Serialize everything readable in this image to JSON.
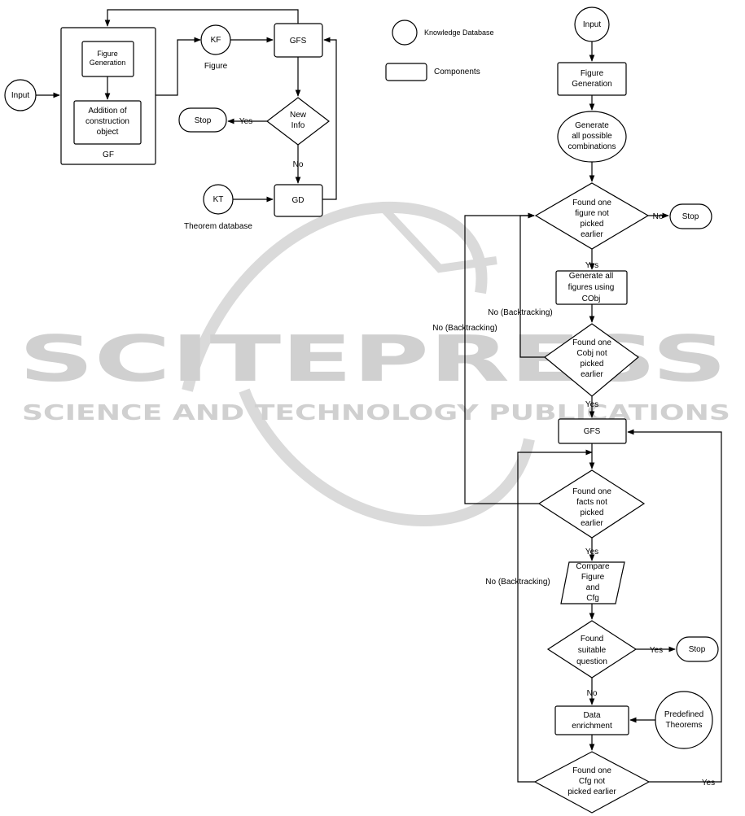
{
  "watermark": {
    "title": "SCITEPRESS",
    "subtitle": "SCIENCE AND TECHNOLOGY PUBLICATIONS",
    "color": "#c8c8c8"
  },
  "legend": {
    "knowledge_database": "Knowledge Database",
    "components": "Components"
  },
  "left_diagram": {
    "input": "Input",
    "figure_generation": [
      "Figure",
      "Generation"
    ],
    "addition_of_construction_object": [
      "Addition of",
      "construction",
      "object"
    ],
    "gf": "GF",
    "kf": "KF",
    "figure": "Figure",
    "gfs": "GFS",
    "new_info": [
      "New",
      "Info"
    ],
    "stop": "Stop",
    "yes": "Yes",
    "no": "No",
    "kt": "KT",
    "theorem_database": "Theorem database",
    "gd": "GD"
  },
  "right_diagram": {
    "input": "Input",
    "figure_generation": [
      "Figure",
      "Generation"
    ],
    "generate_all_combinations": [
      "Generate",
      "all possible",
      "combinations"
    ],
    "found_figure": [
      "Found one",
      "figure not",
      "picked",
      "earlier"
    ],
    "no_1": "No",
    "stop_1": "Stop",
    "yes_1": "Yes",
    "generate_all_figures": [
      "Generate all",
      "figures using",
      "CObj"
    ],
    "backtracking_1": "No (Backtracking)",
    "backtracking_2": "No (Backtracking)",
    "found_cobj": [
      "Found one",
      "Cobj not",
      "picked",
      "earlier"
    ],
    "yes_2": "Yes",
    "gfs": "GFS",
    "found_facts": [
      "Found one",
      "facts not",
      "picked",
      "earlier"
    ],
    "yes_3": "Yes",
    "backtracking_3": "No (Backtracking)",
    "compare": [
      "Compare",
      "Figure",
      "and",
      "Cfg"
    ],
    "found_question": [
      "Found",
      "suitable",
      "question"
    ],
    "yes_4": "Yes",
    "stop_2": "Stop",
    "no_2": "No",
    "data_enrichment": [
      "Data",
      "enrichment"
    ],
    "predefined_theorems": [
      "Predefined",
      "Theorems"
    ],
    "found_cfg": [
      "Found one",
      "Cfg not",
      "picked earlier"
    ],
    "yes_5": "Yes"
  }
}
